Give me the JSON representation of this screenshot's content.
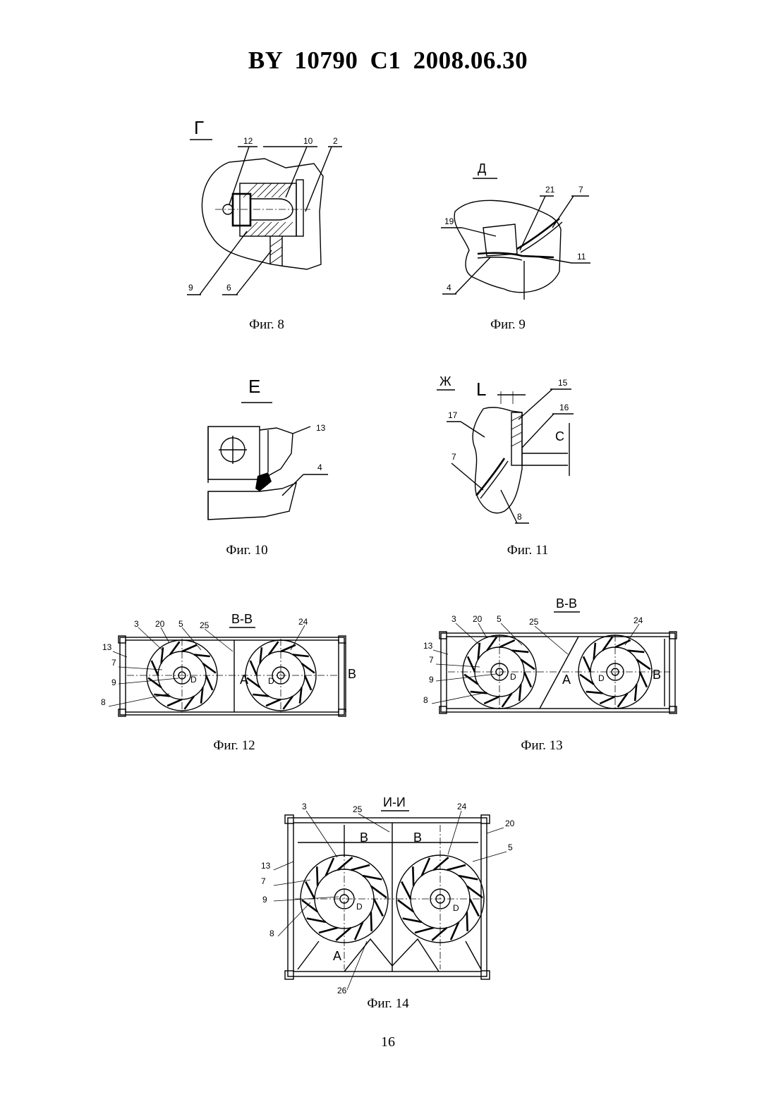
{
  "header": {
    "title": "BY  10790  C1  2008.06.30"
  },
  "fig8": {
    "caption": "Фиг. 8",
    "view_letter": "Г",
    "labels": {
      "l12": "12",
      "l10": "10",
      "l2": "2",
      "l9": "9",
      "l6": "6"
    }
  },
  "fig9": {
    "caption": "Фиг. 9",
    "view_letter": "Д",
    "labels": {
      "l21": "21",
      "l7": "7",
      "l19": "19",
      "l11": "11",
      "l4": "4"
    }
  },
  "fig10": {
    "caption": "Фиг. 10",
    "view_letter": "Е",
    "labels": {
      "l13": "13",
      "l4": "4"
    }
  },
  "fig11": {
    "caption": "Фиг. 11",
    "view_letter": "Ж",
    "labels": {
      "lL": "L",
      "l15": "15",
      "l16": "16",
      "l17": "17",
      "lC": "C",
      "l7": "7",
      "l8": "8"
    }
  },
  "fig12": {
    "caption": "Фиг. 12",
    "section": "В-В",
    "labels": {
      "l3": "3",
      "l20": "20",
      "l5": "5",
      "l25": "25",
      "l24": "24",
      "l13": "13",
      "l7": "7",
      "l9": "9",
      "l8": "8",
      "lA": "A",
      "lB": "B",
      "lD": "D",
      "lD2": "D"
    }
  },
  "fig13": {
    "caption": "Фиг. 13",
    "section": "В-В",
    "labels": {
      "l3": "3",
      "l20": "20",
      "l5": "5",
      "l25": "25",
      "l24": "24",
      "l13": "13",
      "l7": "7",
      "l9": "9",
      "l8": "8",
      "lA": "A",
      "lB": "B",
      "lD": "D",
      "lD2": "D"
    }
  },
  "fig14": {
    "caption": "Фиг. 14",
    "section": "И-И",
    "labels": {
      "l3": "3",
      "l25": "25",
      "l24": "24",
      "l20": "20",
      "l5": "5",
      "l13": "13",
      "l7": "7",
      "l9": "9",
      "l8": "8",
      "lA": "A",
      "lB1": "B",
      "lB2": "B",
      "l26": "26",
      "lD": "D",
      "lD2": "D"
    }
  },
  "page_number": "16"
}
